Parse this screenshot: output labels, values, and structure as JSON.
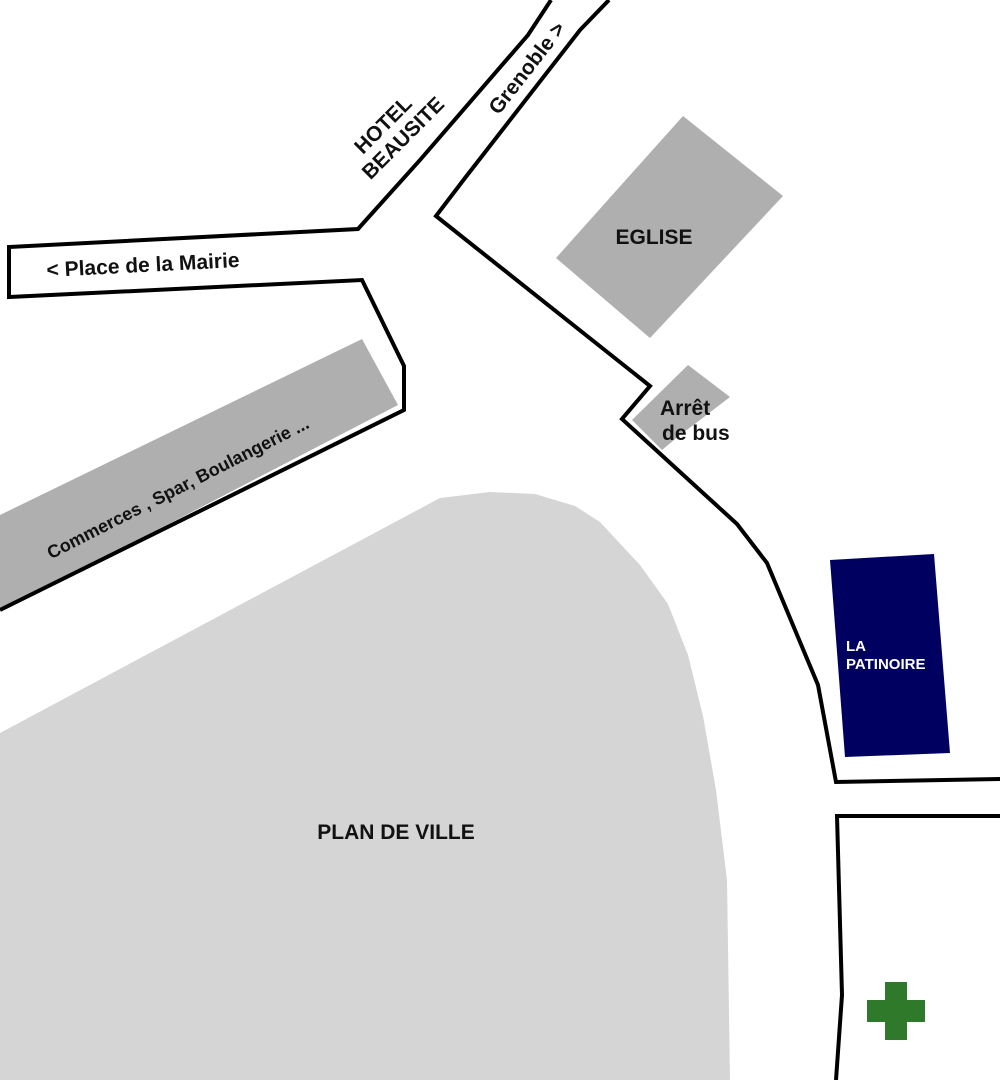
{
  "colors": {
    "background": "#ffffff",
    "road_outline": "#000000",
    "building": "#afafaf",
    "town_plan_area": "#d5d5d5",
    "skating_rink": "#000060",
    "pharmacy_cross": "#2e7a2a",
    "label_text": "#111111",
    "label_on_dark": "#ffffff"
  },
  "streets": {
    "hotel_line1": "HOTEL",
    "hotel_line2": "BEAUSITE",
    "grenoble": "Grenoble >",
    "place_mairie": "< Place de la Mairie"
  },
  "buildings": {
    "eglise": "EGLISE",
    "arret_line1": "Arrêt",
    "arret_line2": "de bus",
    "commerces": "Commerces , Spar, Boulangerie ...",
    "patinoire_line1": "LA",
    "patinoire_line2": "PATINOIRE"
  },
  "areas": {
    "plan_de_ville": "PLAN DE VILLE"
  },
  "icons": {
    "pharmacy": "pharmacy-cross-icon"
  }
}
